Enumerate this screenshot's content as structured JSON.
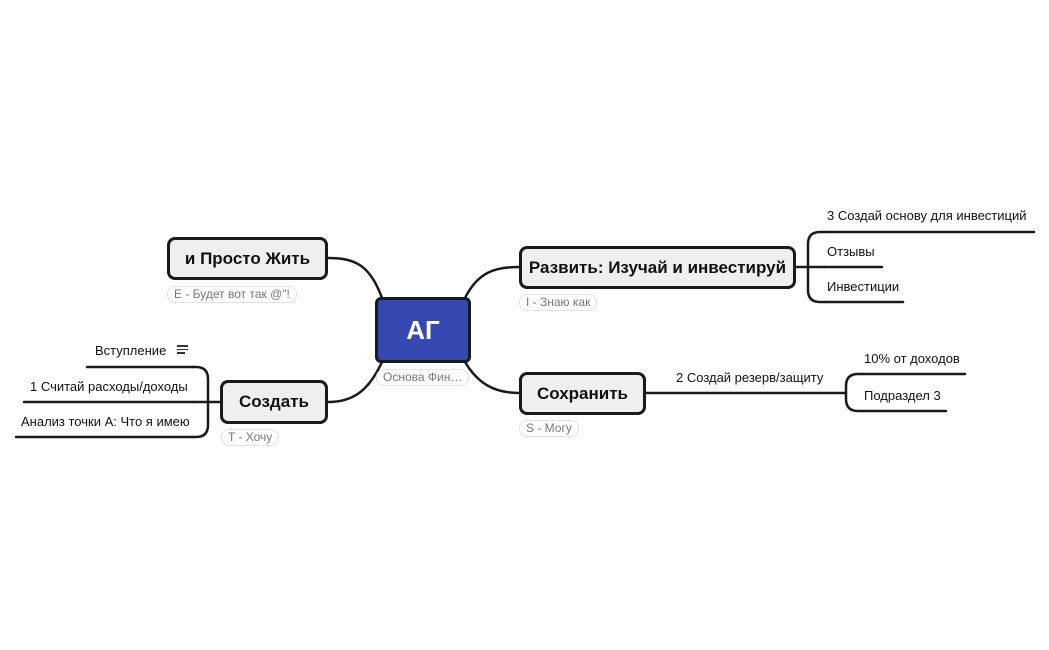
{
  "map": {
    "root": {
      "label": "АГ",
      "note": "Основа Фин…"
    },
    "topics": {
      "live": {
        "label": "и Просто Жить",
        "tag": "E - Будет вот так @\"!"
      },
      "develop": {
        "label": "Развить: Изучай и инвестируй",
        "tag": "I - Знаю как"
      },
      "create": {
        "label": "Создать",
        "tag": "T - Хочу"
      },
      "save": {
        "label": "Сохранить",
        "tag": "S - Могу"
      }
    },
    "develop_children": [
      "3 Создай основу для инвестиций",
      "Отзывы",
      "Инвестиции"
    ],
    "save_child": "2 Создай резерв/защиту",
    "save_grandchildren": [
      "10% от доходов",
      "Подраздел 3"
    ],
    "create_children": [
      "Вступление",
      "1 Считай расходы/доходы",
      "Анализ точки А: Что я имею"
    ]
  },
  "colors": {
    "root_fill": "#3649b3",
    "topic_fill": "#efefef",
    "line": "#1a1a1a"
  },
  "icons": {
    "note": "note-lines-icon"
  }
}
